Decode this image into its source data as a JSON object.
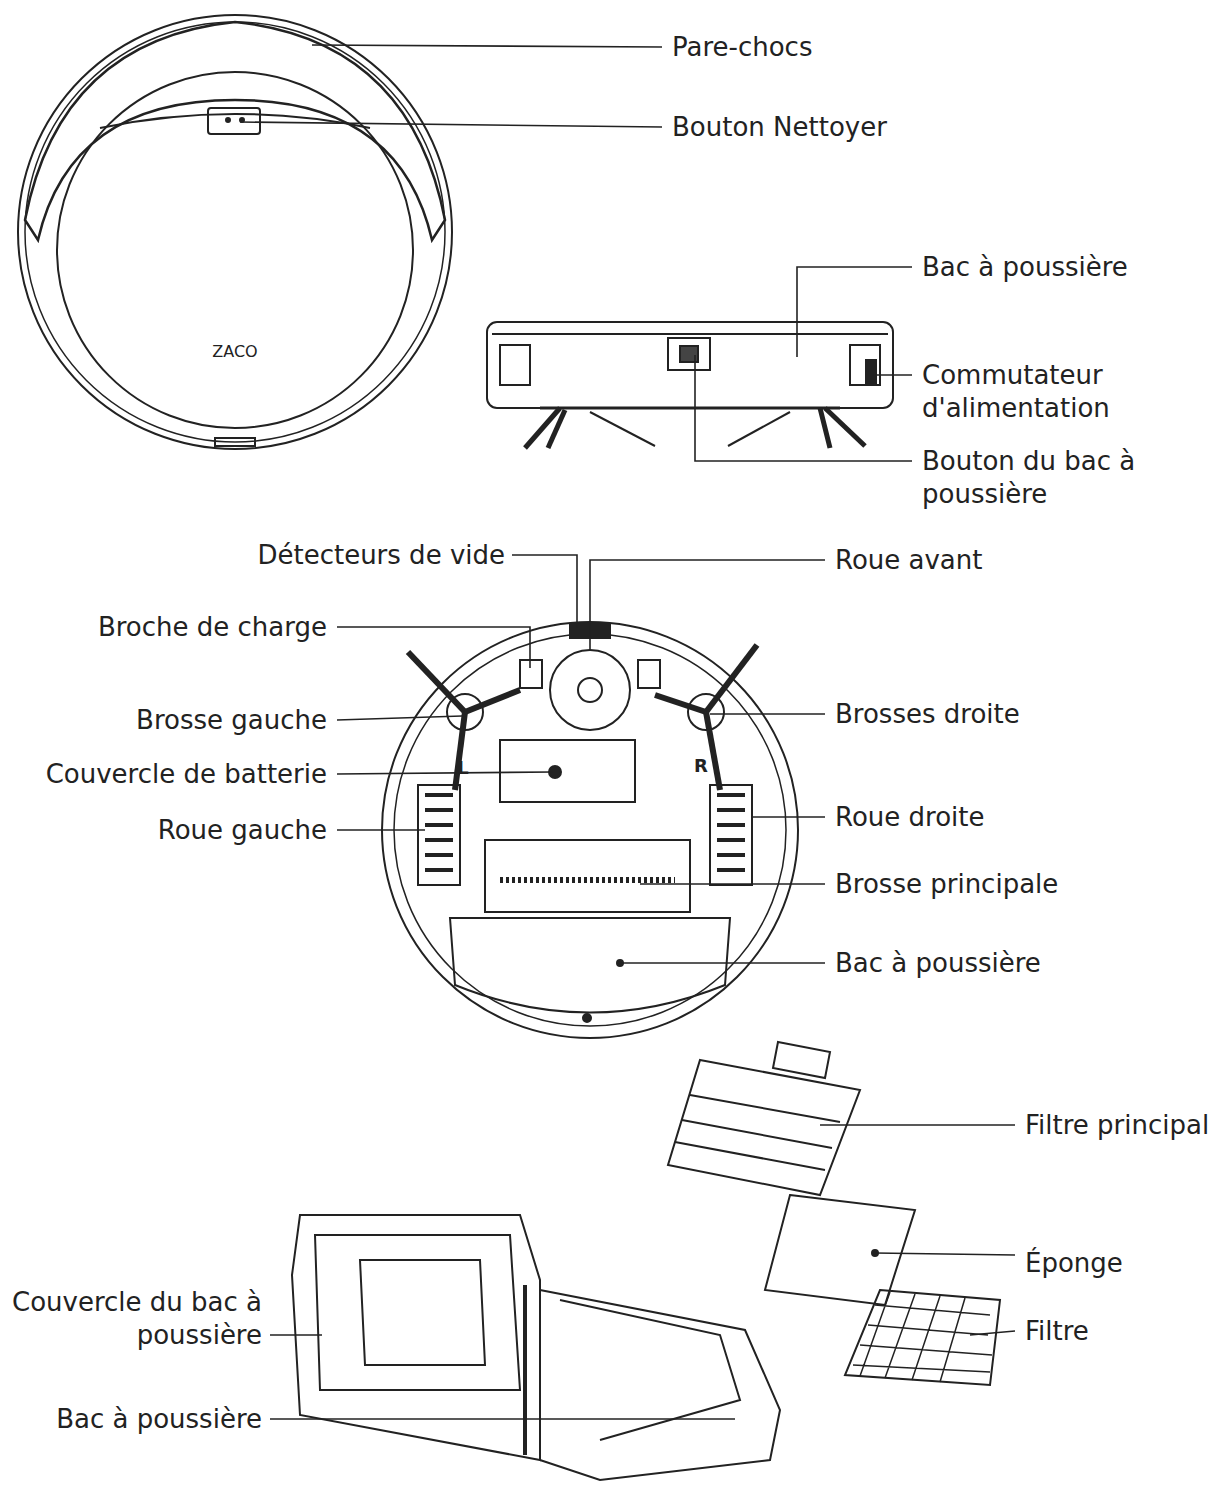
{
  "diagram": {
    "labels": [
      "Pare-chocs",
      "Bouton Nettoyer",
      "ZACO",
      "Bac à poussière",
      "Commutateur d'alimentation",
      "Bouton du bac à poussière",
      "Détecteurs de vide",
      "Roue avant",
      "Broche de charge",
      "Brosse gauche",
      "Brosses droite",
      "Couvercle de batterie",
      "L",
      "R",
      "Roue gauche",
      "Roue droite",
      "Brosse principale",
      "Bac à poussière",
      "Filtre principal",
      "Éponge",
      "Couvercle du bac à poussière",
      "Filtre",
      "Bac à poussière"
    ]
  }
}
